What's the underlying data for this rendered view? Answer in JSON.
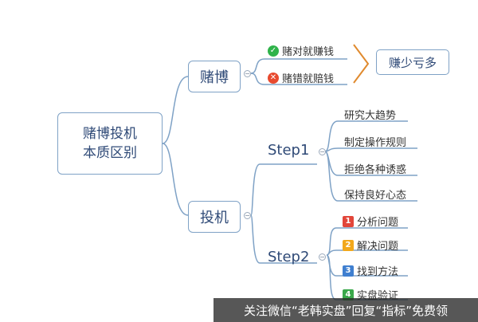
{
  "root": {
    "line1": "赌博投机",
    "line2": "本质区别"
  },
  "gamble": {
    "label": "赌博",
    "leaves": [
      "赌对就赚钱",
      "赌错就赔钱"
    ],
    "summary": "赚少亏多",
    "colors": {
      "ok": "#2fb34a",
      "bad": "#e84a2f"
    }
  },
  "speculation": {
    "label": "投机",
    "step1": {
      "label": "Step1",
      "items": [
        "研究大趋势",
        "制定操作规则",
        "拒绝各种诱惑",
        "保持良好心态"
      ]
    },
    "step2": {
      "label": "Step2",
      "items": [
        {
          "n": "1",
          "text": "分析问题",
          "color": "#e2463a"
        },
        {
          "n": "2",
          "text": "解决问题",
          "color": "#f2a81b"
        },
        {
          "n": "3",
          "text": "找到方法",
          "color": "#3f7fd0"
        },
        {
          "n": "4",
          "text": "实盘验证",
          "color": "#3aa84b"
        }
      ]
    }
  },
  "watermark": "关注微信“老韩实盘”回复“指标”免费领",
  "accent": "#7fa2c6",
  "bracket_color": "#e08a2e"
}
